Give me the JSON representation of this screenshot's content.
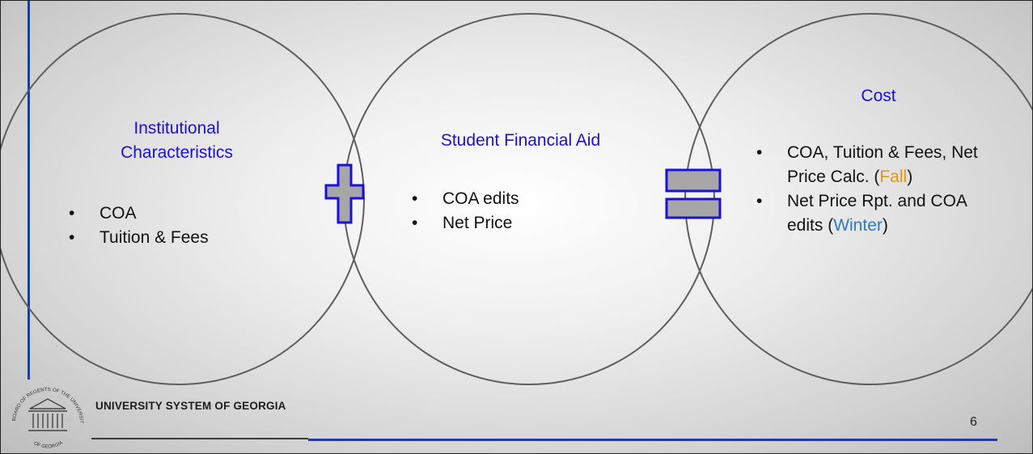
{
  "circles": {
    "left": {
      "title": "Institutional Characteristics",
      "bullets": [
        "COA",
        "Tuition & Fees"
      ]
    },
    "middle": {
      "title": "Student Financial Aid",
      "bullets": [
        "COA edits",
        "Net Price"
      ]
    },
    "right": {
      "title": "Cost",
      "bullet1_prefix": "COA, Tuition & Fees, Net Price Calc. (",
      "bullet1_highlight": "Fall",
      "bullet1_suffix": ")",
      "bullet2_prefix": "Net Price Rpt. and COA edits (",
      "bullet2_highlight": "Winter",
      "bullet2_suffix": ")"
    }
  },
  "operators": {
    "plus_icon": "plus-icon",
    "equals_icon": "equals-icon"
  },
  "footer": {
    "org_name": "UNIVERSITY SYSTEM OF GEORGIA",
    "seal_top_text": "BOARD OF REGENTS OF THE UNIVERSITY SYSTEM",
    "seal_bottom_text": "OF GEORGIA",
    "page_number": "6"
  },
  "colors": {
    "title_blue": "#1a10d6",
    "accent_navy": "#1f3e9a",
    "fall": "#d99a17",
    "winter": "#2f7bc2",
    "operator_fill": "#a6a6a6",
    "operator_stroke": "#1a10d6"
  }
}
